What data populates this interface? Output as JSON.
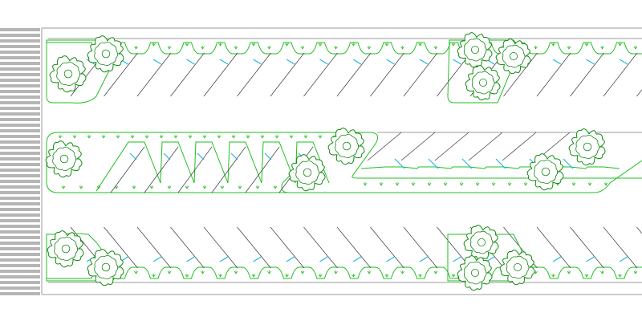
{
  "colors": {
    "background": "#ffffff",
    "outline": "#9a9a9a",
    "stall_line": "#3a3a3a",
    "planting": "#1fbf1f",
    "planting_fill": "#ffffff",
    "tree": "#0f8a0f",
    "wheel_stop": "#22b8e6",
    "crosswalk": "#b5b5b5"
  },
  "legend": {
    "icons": [
      "tree-canopy-icon",
      "shrub-mark-icon",
      "wheel-stop-icon",
      "crosswalk-stripes"
    ]
  },
  "rows": [
    {
      "id": "top",
      "stall_count": 19,
      "tree_clusters": 3
    },
    {
      "id": "middle",
      "stall_count": 12,
      "tree_clusters": 5
    },
    {
      "id": "bottom",
      "stall_count": 19,
      "tree_clusters": 3
    }
  ]
}
